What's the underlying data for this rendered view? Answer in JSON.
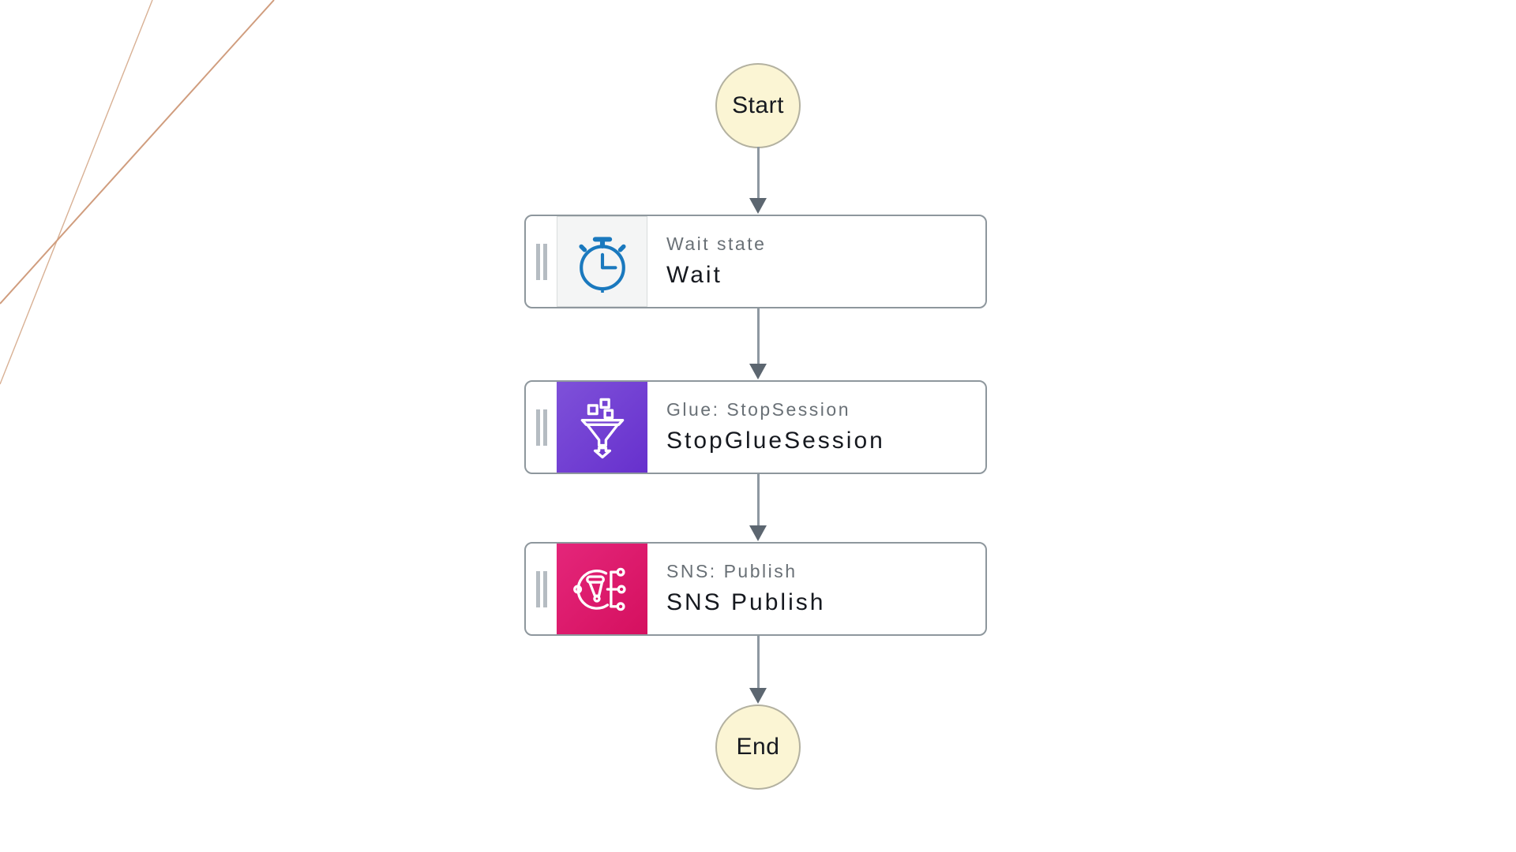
{
  "theme": {
    "canvas_background": "#ffffff",
    "box_border_color": "#8e979d",
    "subtitle_color": "#697076",
    "title_color": "#16191f",
    "connector_color": "#8e98a1",
    "arrowhead_color": "#5c6670",
    "terminal_fill": "#fbf5d4",
    "terminal_border": "#b3b1a0"
  },
  "decor": {
    "thin_line_color": "#d8b094",
    "thick_line_color": "#d09d7e"
  },
  "flow": {
    "start": {
      "label": "Start"
    },
    "end": {
      "label": "End"
    },
    "states": [
      {
        "subtitle": "Wait state",
        "title": "Wait",
        "icon": "stopwatch-icon",
        "icon_bg": "#f4f5f5",
        "icon_color": "#1a79be"
      },
      {
        "subtitle": "Glue: StopSession",
        "title": "StopGlueSession",
        "icon": "glue-funnel-icon",
        "icon_bg": "linear-gradient(135deg, #7e51d9 0%, #6730cd 100%)",
        "icon_color": "#ffffff"
      },
      {
        "subtitle": "SNS: Publish",
        "title": "SNS Publish",
        "icon": "sns-publish-icon",
        "icon_bg": "linear-gradient(135deg, #e4267a 0%, #d5105f 100%)",
        "icon_color": "#ffffff"
      }
    ]
  }
}
